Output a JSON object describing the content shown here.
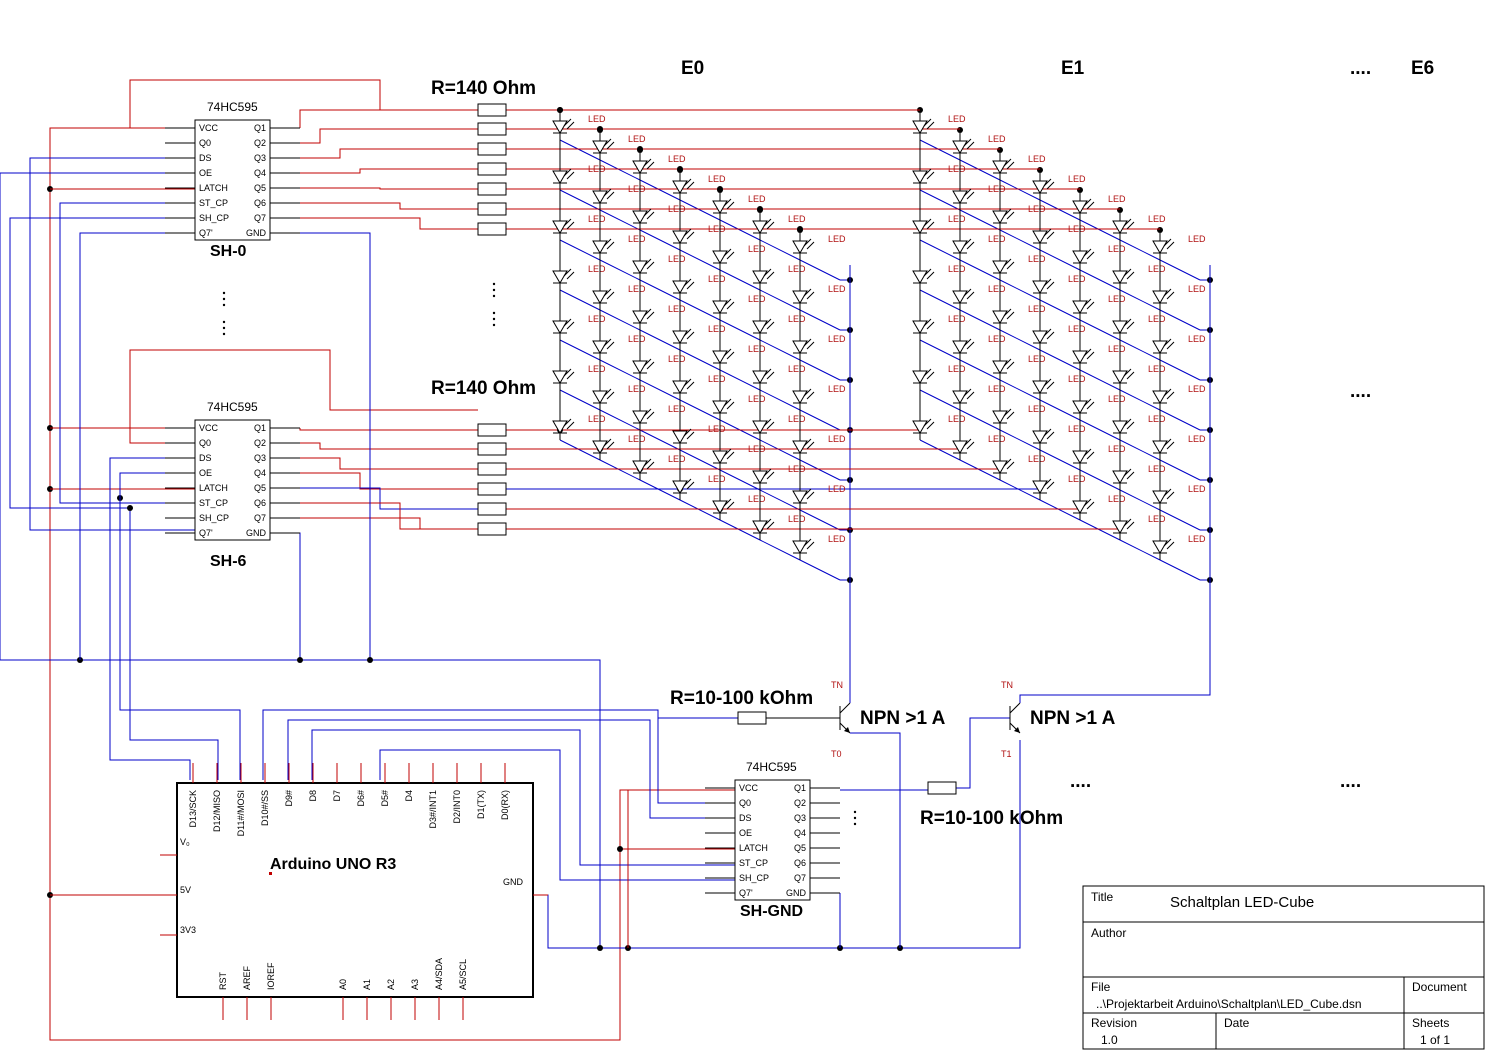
{
  "layer_labels": [
    "E0",
    "E1",
    "E6"
  ],
  "ellipsis": "....",
  "resistor_label": "R=140 Ohm",
  "base_resistor_label": "R=10-100 kOhm",
  "transistor_label": "NPN >1 A",
  "transistors": [
    {
      "tag": "TN",
      "name": "T0"
    },
    {
      "tag": "TN",
      "name": "T1"
    }
  ],
  "led_label": "LED",
  "shift_registers": [
    {
      "part": "74HC595",
      "name": "SH-0"
    },
    {
      "part": "74HC595",
      "name": "SH-6"
    },
    {
      "part": "74HC595",
      "name": "SH-GND"
    }
  ],
  "sr_left_pins": [
    "VCC",
    "Q0",
    "DS",
    "OE",
    "LATCH",
    "ST_CP",
    "SH_CP",
    "Q7'"
  ],
  "sr_right_pins": [
    "Q1",
    "Q2",
    "Q3",
    "Q4",
    "Q5",
    "Q6",
    "Q7",
    "GND"
  ],
  "arduino": {
    "name": "Arduino UNO R3",
    "top_pins": [
      "D13/SCK",
      "D12/MISO",
      "D11#/MOSI",
      "D10#/SS",
      "D9#",
      "D8",
      "D7",
      "D6#",
      "D5#",
      "D4",
      "D3#/INT1",
      "D2/INT0",
      "D1(TX)",
      "D0(RX)"
    ],
    "left_pins": [
      "V₀",
      "5V",
      "3V3"
    ],
    "right_pin": "GND",
    "bottom_pins": [
      "RST",
      "AREF",
      "IOREF",
      "A0",
      "A1",
      "A2",
      "A3",
      "A4/SDA",
      "A5/SCL"
    ]
  },
  "title_block": {
    "title_label": "Title",
    "title": "Schaltplan LED-Cube",
    "author_label": "Author",
    "author": "",
    "file_label": "File",
    "file": "..\\Projektarbeit Arduino\\Schaltplan\\LED_Cube.dsn",
    "document_label": "Document",
    "revision_label": "Revision",
    "revision": "1.0",
    "date_label": "Date",
    "sheets_label": "Sheets",
    "sheets": "1 of 1"
  },
  "colors": {
    "power": "#c00000",
    "signal": "#0000c8",
    "outline": "#000000"
  }
}
